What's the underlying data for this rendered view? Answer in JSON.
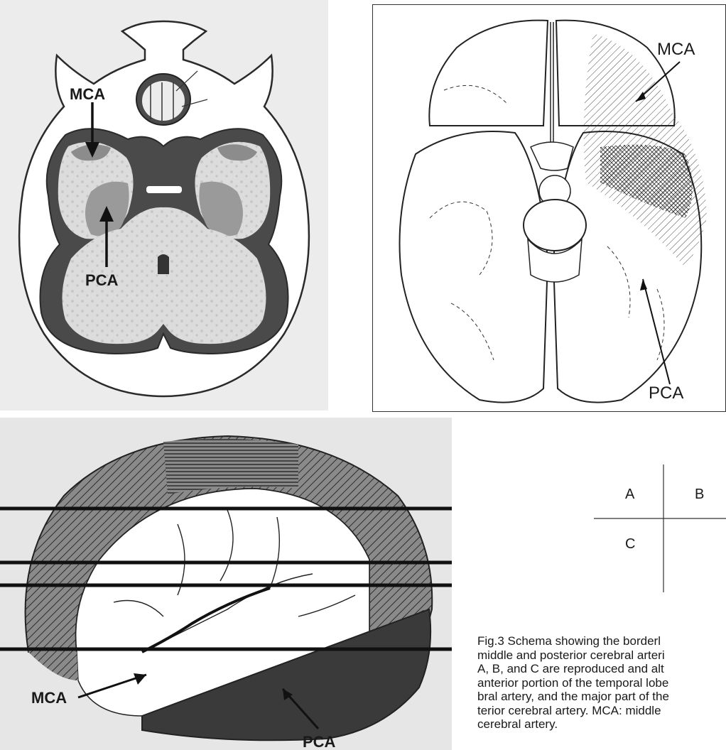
{
  "panel_a": {
    "label_mca": "MCA",
    "label_pca": "PCA"
  },
  "panel_b": {
    "label_mca": "MCA",
    "label_pca": "PCA"
  },
  "panel_c": {
    "label_mca": "MCA",
    "label_pca": "PCA"
  },
  "key": {
    "a": "A",
    "b": "B",
    "c": "C"
  },
  "caption": {
    "lines": [
      "Fig.3   Schema showing the borderl",
      "middle and posterior cerebral arteri",
      "A, B, and C are reproduced and alt",
      "anterior portion of the temporal lobe",
      "bral artery, and the major part of the",
      "terior cerebral artery. MCA: middle",
      "cerebral artery."
    ]
  },
  "colors": {
    "dark_gray": "#4a4a4a",
    "mid_gray": "#9a9a9a",
    "light_tissue": "#d8d8d8",
    "ink": "#1a1a1a"
  }
}
